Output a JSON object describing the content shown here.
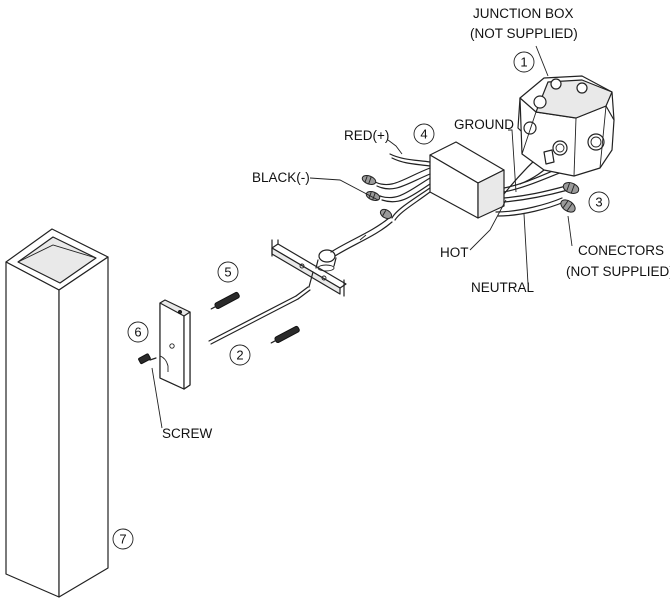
{
  "labels": {
    "junction_box_1": "JUNCTION BOX",
    "junction_box_2": "(NOT SUPPLIED)",
    "ground": "GROUND",
    "red": "RED(+)",
    "black": "BLACK(-)",
    "hot": "HOT",
    "neutral": "NEUTRAL",
    "connectors_1": "CONECTORS",
    "connectors_2": "(NOT SUPPLIED)",
    "screw": "SCREW"
  },
  "callouts": {
    "c1": "1",
    "c2": "2",
    "c3": "3",
    "c4": "4",
    "c5": "5",
    "c6": "6",
    "c7": "7"
  }
}
